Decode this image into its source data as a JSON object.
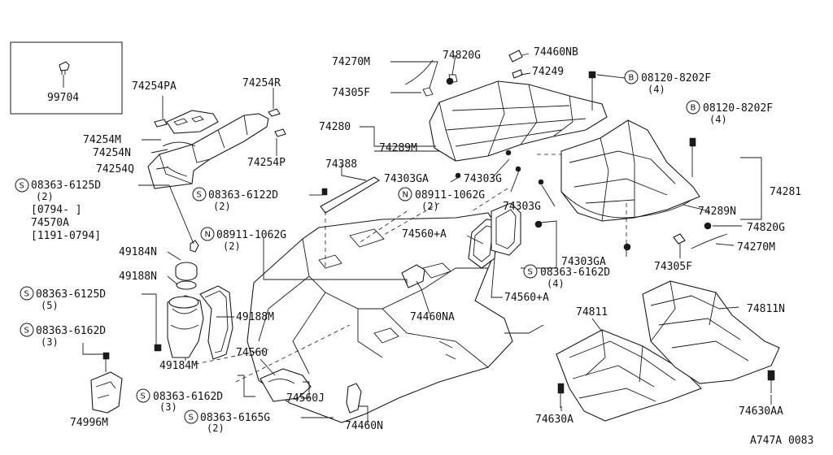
{
  "callouts": [
    {
      "id": "99704",
      "text": "99704"
    },
    {
      "id": "74254PA",
      "text": "74254PA"
    },
    {
      "id": "74254R",
      "text": "74254R"
    },
    {
      "id": "74254M",
      "text": "74254M"
    },
    {
      "id": "74254N",
      "text": "74254N"
    },
    {
      "id": "74254Q",
      "text": "74254Q"
    },
    {
      "id": "74254P",
      "text": "74254P"
    },
    {
      "id": "s-6125D-a",
      "text": "08363-6125D",
      "sub": "(2)"
    },
    {
      "id": "date-0794",
      "text": "[0794-   ]"
    },
    {
      "id": "74570A",
      "text": "74570A"
    },
    {
      "id": "date-1191",
      "text": "[1191-0794]"
    },
    {
      "id": "49184N",
      "text": "49184N"
    },
    {
      "id": "49188N",
      "text": "49188N"
    },
    {
      "id": "s-6125D-b",
      "text": "08363-6125D",
      "sub": "(5)"
    },
    {
      "id": "s-6162D-a",
      "text": "08363-6162D",
      "sub": "(3)"
    },
    {
      "id": "74996M",
      "text": "74996M"
    },
    {
      "id": "49188M",
      "text": "49188M"
    },
    {
      "id": "49184M",
      "text": "49184M"
    },
    {
      "id": "74270M-a",
      "text": "74270M"
    },
    {
      "id": "74305F-a",
      "text": "74305F"
    },
    {
      "id": "74280",
      "text": "74280"
    },
    {
      "id": "74289M",
      "text": "74289M"
    },
    {
      "id": "74388",
      "text": "74388"
    },
    {
      "id": "s-6122D",
      "text": "08363-6122D",
      "sub": "(2)"
    },
    {
      "id": "n-1062G-a",
      "text": "08911-1062G",
      "sub": "(2)"
    },
    {
      "id": "74820G-a",
      "text": "74820G"
    },
    {
      "id": "74460NB",
      "text": "74460NB"
    },
    {
      "id": "74249",
      "text": "74249"
    },
    {
      "id": "b-8202F-a",
      "text": "08120-8202F",
      "sub": "(4)"
    },
    {
      "id": "b-8202F-b",
      "text": "08120-8202F",
      "sub": "(4)"
    },
    {
      "id": "74303GA-a",
      "text": "74303GA"
    },
    {
      "id": "74303G-a",
      "text": "74303G"
    },
    {
      "id": "n-1062G-b",
      "text": "08911-1062G",
      "sub": "(2)"
    },
    {
      "id": "74303G-b",
      "text": "74303G"
    },
    {
      "id": "74281",
      "text": "74281"
    },
    {
      "id": "74289N",
      "text": "74289N"
    },
    {
      "id": "74820G-b",
      "text": "74820G"
    },
    {
      "id": "74270M-b",
      "text": "74270M"
    },
    {
      "id": "74303GA-b",
      "text": "74303GA"
    },
    {
      "id": "74305F-b",
      "text": "74305F"
    },
    {
      "id": "74560A",
      "text": "74560+A"
    },
    {
      "id": "s-6162D-b",
      "text": "08363-6162D",
      "sub": "(4)"
    },
    {
      "id": "74560-plusA",
      "text": "74560+A"
    },
    {
      "id": "74460NA",
      "text": "74460NA"
    },
    {
      "id": "74560",
      "text": "74560"
    },
    {
      "id": "74560J",
      "text": "74560J"
    },
    {
      "id": "s-6162D-c",
      "text": "08363-6162D",
      "sub": "(3)"
    },
    {
      "id": "s-6165G",
      "text": "08363-6165G",
      "sub": "(2)"
    },
    {
      "id": "74460N",
      "text": "74460N"
    },
    {
      "id": "74811",
      "text": "74811"
    },
    {
      "id": "74811N",
      "text": "74811N"
    },
    {
      "id": "74630A",
      "text": "74630A"
    },
    {
      "id": "74630AA",
      "text": "74630AA"
    }
  ],
  "prefix_letters": {
    "s": "S",
    "n": "N",
    "b": "B"
  },
  "footer": {
    "code": "A747A 0083"
  }
}
